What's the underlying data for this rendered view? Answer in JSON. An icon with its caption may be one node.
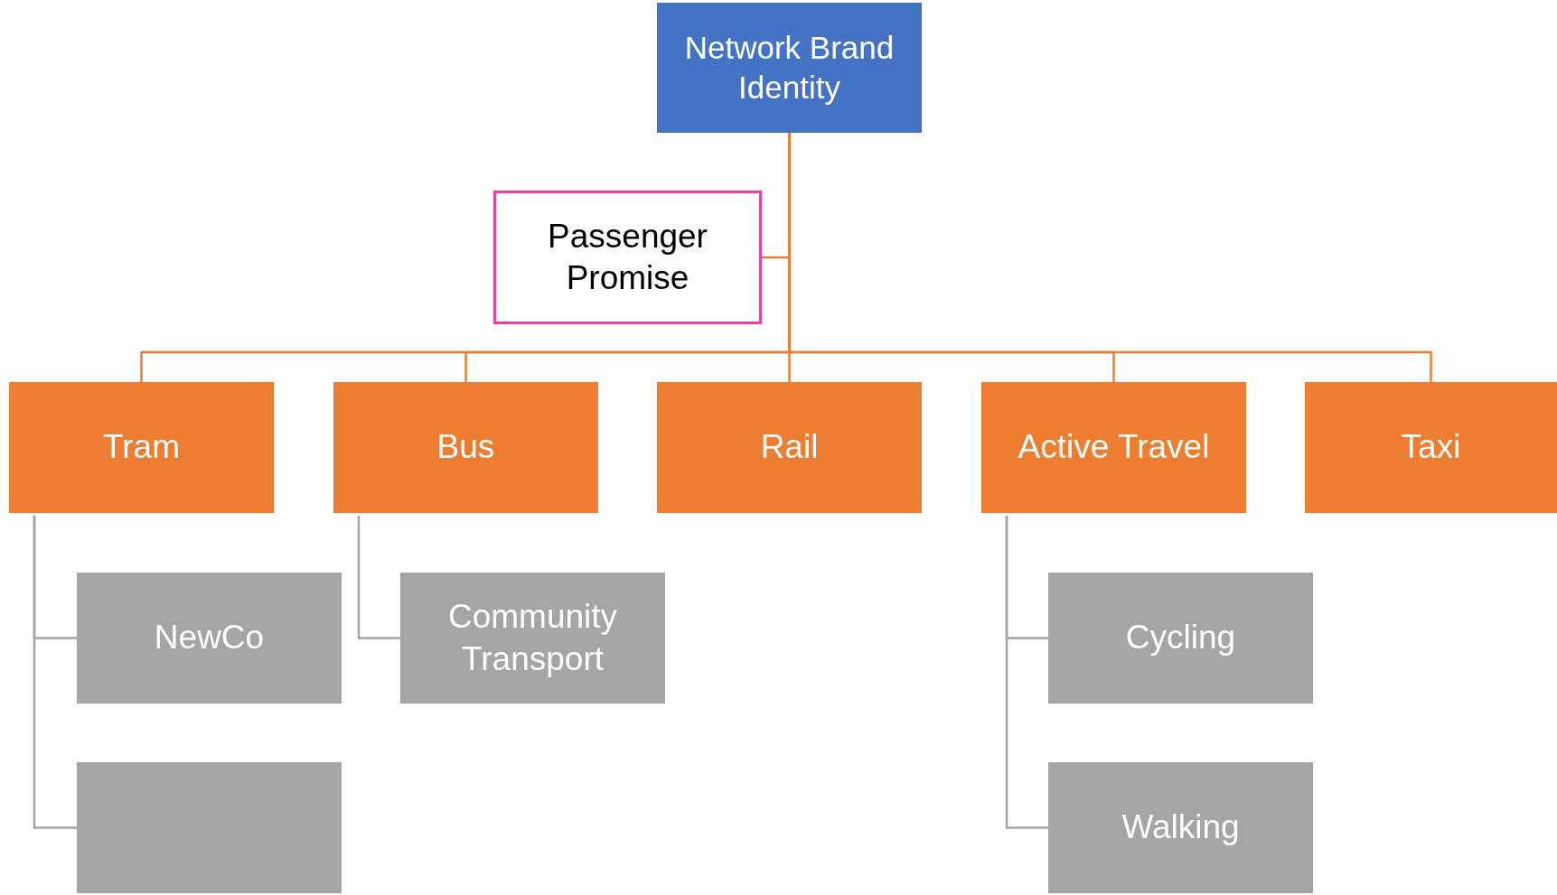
{
  "diagram": {
    "nodes": [
      {
        "text": [
          "Network Brand Identity"
        ]
      },
      {
        "text": [
          "Passenger Promise"
        ]
      },
      {
        "text": [
          "Tram"
        ]
      },
      {
        "text": [
          "Bus"
        ]
      },
      {
        "text": [
          "Rail"
        ]
      },
      {
        "text": [
          "Active Travel"
        ]
      },
      {
        "text": [
          "Taxi"
        ]
      },
      {
        "text": [
          "NewCo"
        ]
      },
      {
        "text": [],
        "shape": "box"
      },
      {
        "text": [
          "Community Transport"
        ]
      },
      {
        "text": [
          "Cycling"
        ]
      },
      {
        "text": [
          "Walking"
        ]
      }
    ],
    "edges": [
      {
        "from": 0,
        "to": 1,
        "arrow": "none"
      },
      {
        "from": 0,
        "to": 2,
        "arrow": "none"
      },
      {
        "from": 0,
        "to": 3,
        "arrow": "none"
      },
      {
        "from": 0,
        "to": 4,
        "arrow": "none"
      },
      {
        "from": 0,
        "to": 5,
        "arrow": "none"
      },
      {
        "from": 0,
        "to": 6,
        "arrow": "none"
      },
      {
        "from": 2,
        "to": 7,
        "arrow": "none",
        "color": "#a5a5a5"
      },
      {
        "from": 2,
        "to": 8,
        "arrow": "none",
        "color": "#a5a5a5"
      },
      {
        "from": 3,
        "to": 9,
        "arrow": "none",
        "color": "#a5a5a5"
      },
      {
        "from": 5,
        "to": 10,
        "arrow": "none",
        "color": "#a5a5a5"
      },
      {
        "from": 5,
        "to": 11,
        "arrow": "none",
        "color": "#a5a5a5"
      }
    ]
  }
}
